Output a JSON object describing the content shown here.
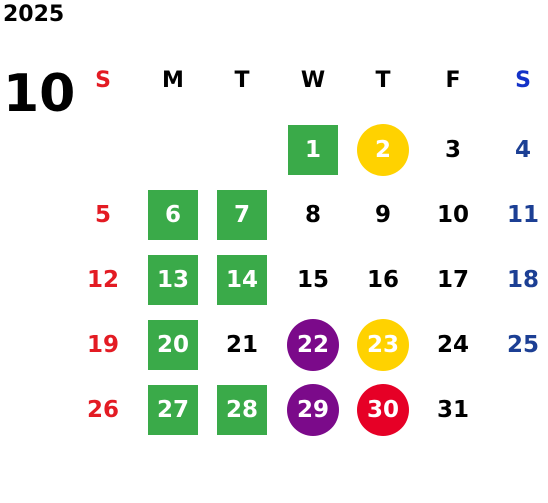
{
  "year": "2025",
  "month": "10",
  "colors": {
    "default": "#000000",
    "sunday": "#e31b23",
    "saturday": "#1c3f94",
    "holiday_bg": "#3aaa49",
    "yellow_bg": "#ffd200",
    "purple_bg": "#7b0a8a",
    "red_bg": "#e60026"
  },
  "weekdays": [
    {
      "label": "S",
      "color": "#e31b23"
    },
    {
      "label": "M",
      "color": "#000000"
    },
    {
      "label": "T",
      "color": "#000000"
    },
    {
      "label": "W",
      "color": "#000000"
    },
    {
      "label": "T",
      "color": "#000000"
    },
    {
      "label": "F",
      "color": "#000000"
    },
    {
      "label": "S",
      "color": "#1432c8"
    }
  ],
  "first_weekday": 3,
  "days_in_month": 31,
  "marks": {
    "1": "green",
    "2": "yellow",
    "6": "green",
    "7": "green",
    "13": "green",
    "14": "green",
    "20": "green",
    "22": "purple",
    "23": "yellow",
    "27": "green",
    "28": "green",
    "29": "purple",
    "30": "red"
  }
}
